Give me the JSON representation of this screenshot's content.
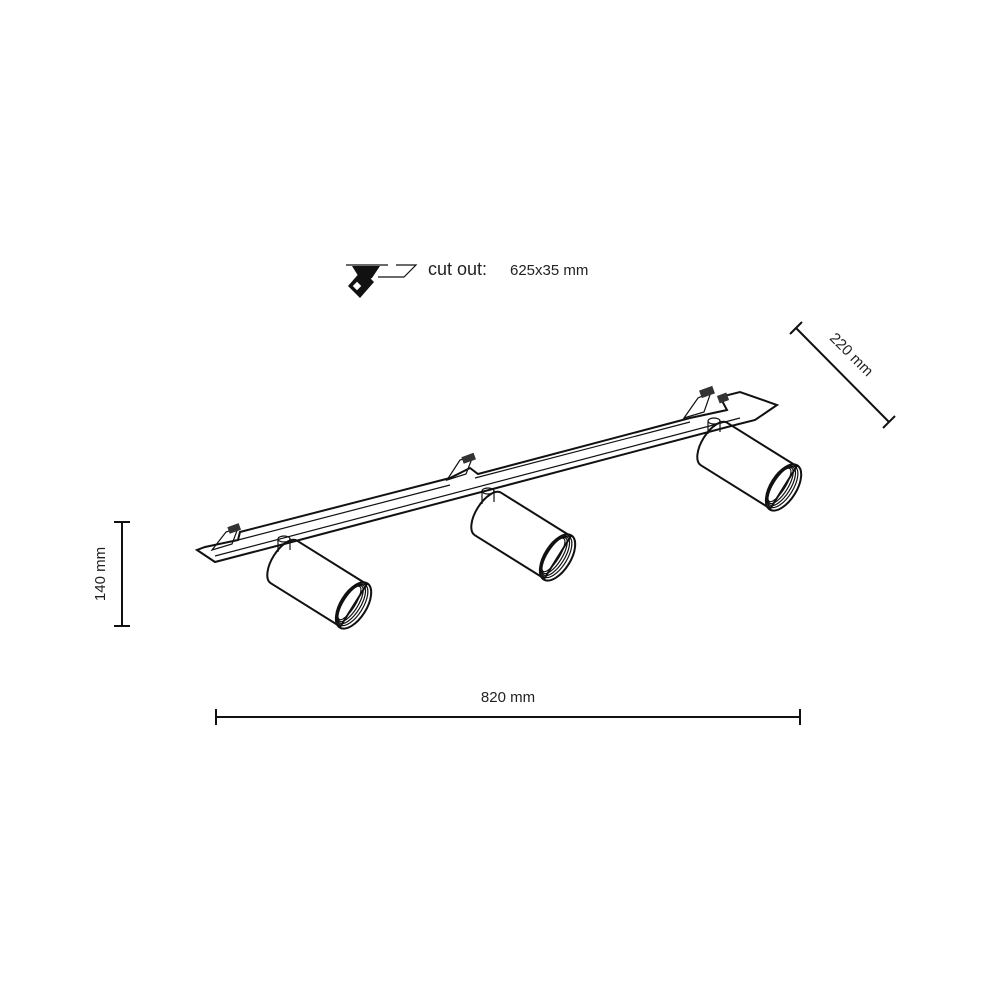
{
  "cutout": {
    "label": "cut out:",
    "value": "625x35 mm",
    "icon": "saw-cutout-icon"
  },
  "dimensions": {
    "height": "140 mm",
    "width": "820 mm",
    "depth": "220 mm"
  },
  "colors": {
    "line": "#111111",
    "background": "#ffffff"
  }
}
